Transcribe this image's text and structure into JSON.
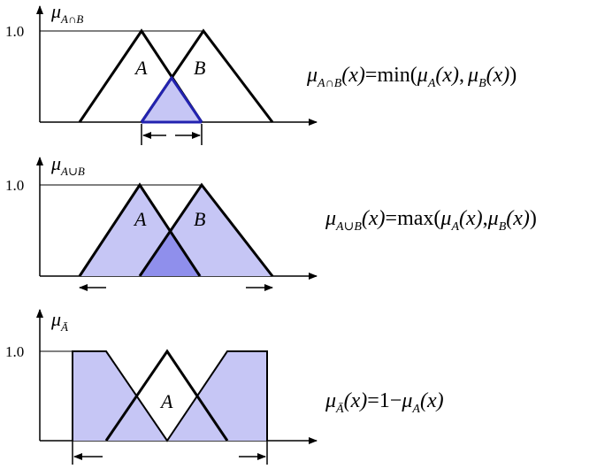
{
  "colors": {
    "fill_light": "#c6c6f5",
    "fill_dark": "#8f8fec",
    "stroke_blue": "#2222b0",
    "axis": "#000000"
  },
  "panels": [
    {
      "id": "intersection",
      "y_axis_symbol": "μ",
      "y_axis_subscript": "A∩B",
      "tick_label": "1.0",
      "set_labels": [
        "A",
        "B"
      ],
      "formula": {
        "lhs_mu": "μ",
        "lhs_sub": "A∩B",
        "lhs_arg": "(x)",
        "eq": "=",
        "op": "min",
        "open": "(",
        "t1_mu": "μ",
        "t1_sub": "A",
        "t1_arg": "(x)",
        "sep": ",",
        "t2_mu": "μ",
        "t2_sub": "B",
        "t2_arg": "(x)",
        "close": ")"
      }
    },
    {
      "id": "union",
      "y_axis_symbol": "μ",
      "y_axis_subscript": "A∪B",
      "tick_label": "1.0",
      "set_labels": [
        "A",
        "B"
      ],
      "formula": {
        "lhs_mu": "μ",
        "lhs_sub": "A∪B",
        "lhs_arg": "(x)",
        "eq": "=",
        "op": "max",
        "open": "(",
        "t1_mu": "μ",
        "t1_sub": "A",
        "t1_arg": "(x)",
        "sep": ",",
        "t2_mu": "μ",
        "t2_sub": "B",
        "t2_arg": "(x)",
        "close": ")"
      }
    },
    {
      "id": "complement",
      "y_axis_symbol": "μ",
      "y_axis_subscript": "Ā",
      "tick_label": "1.0",
      "set_labels": [
        "A"
      ],
      "formula": {
        "lhs_mu": "μ",
        "lhs_sub": "Ā",
        "lhs_arg": "(x)",
        "eq": "=",
        "one": "1",
        "minus": "−",
        "t1_mu": "μ",
        "t1_sub": "A",
        "t1_arg": "(x)"
      }
    }
  ]
}
